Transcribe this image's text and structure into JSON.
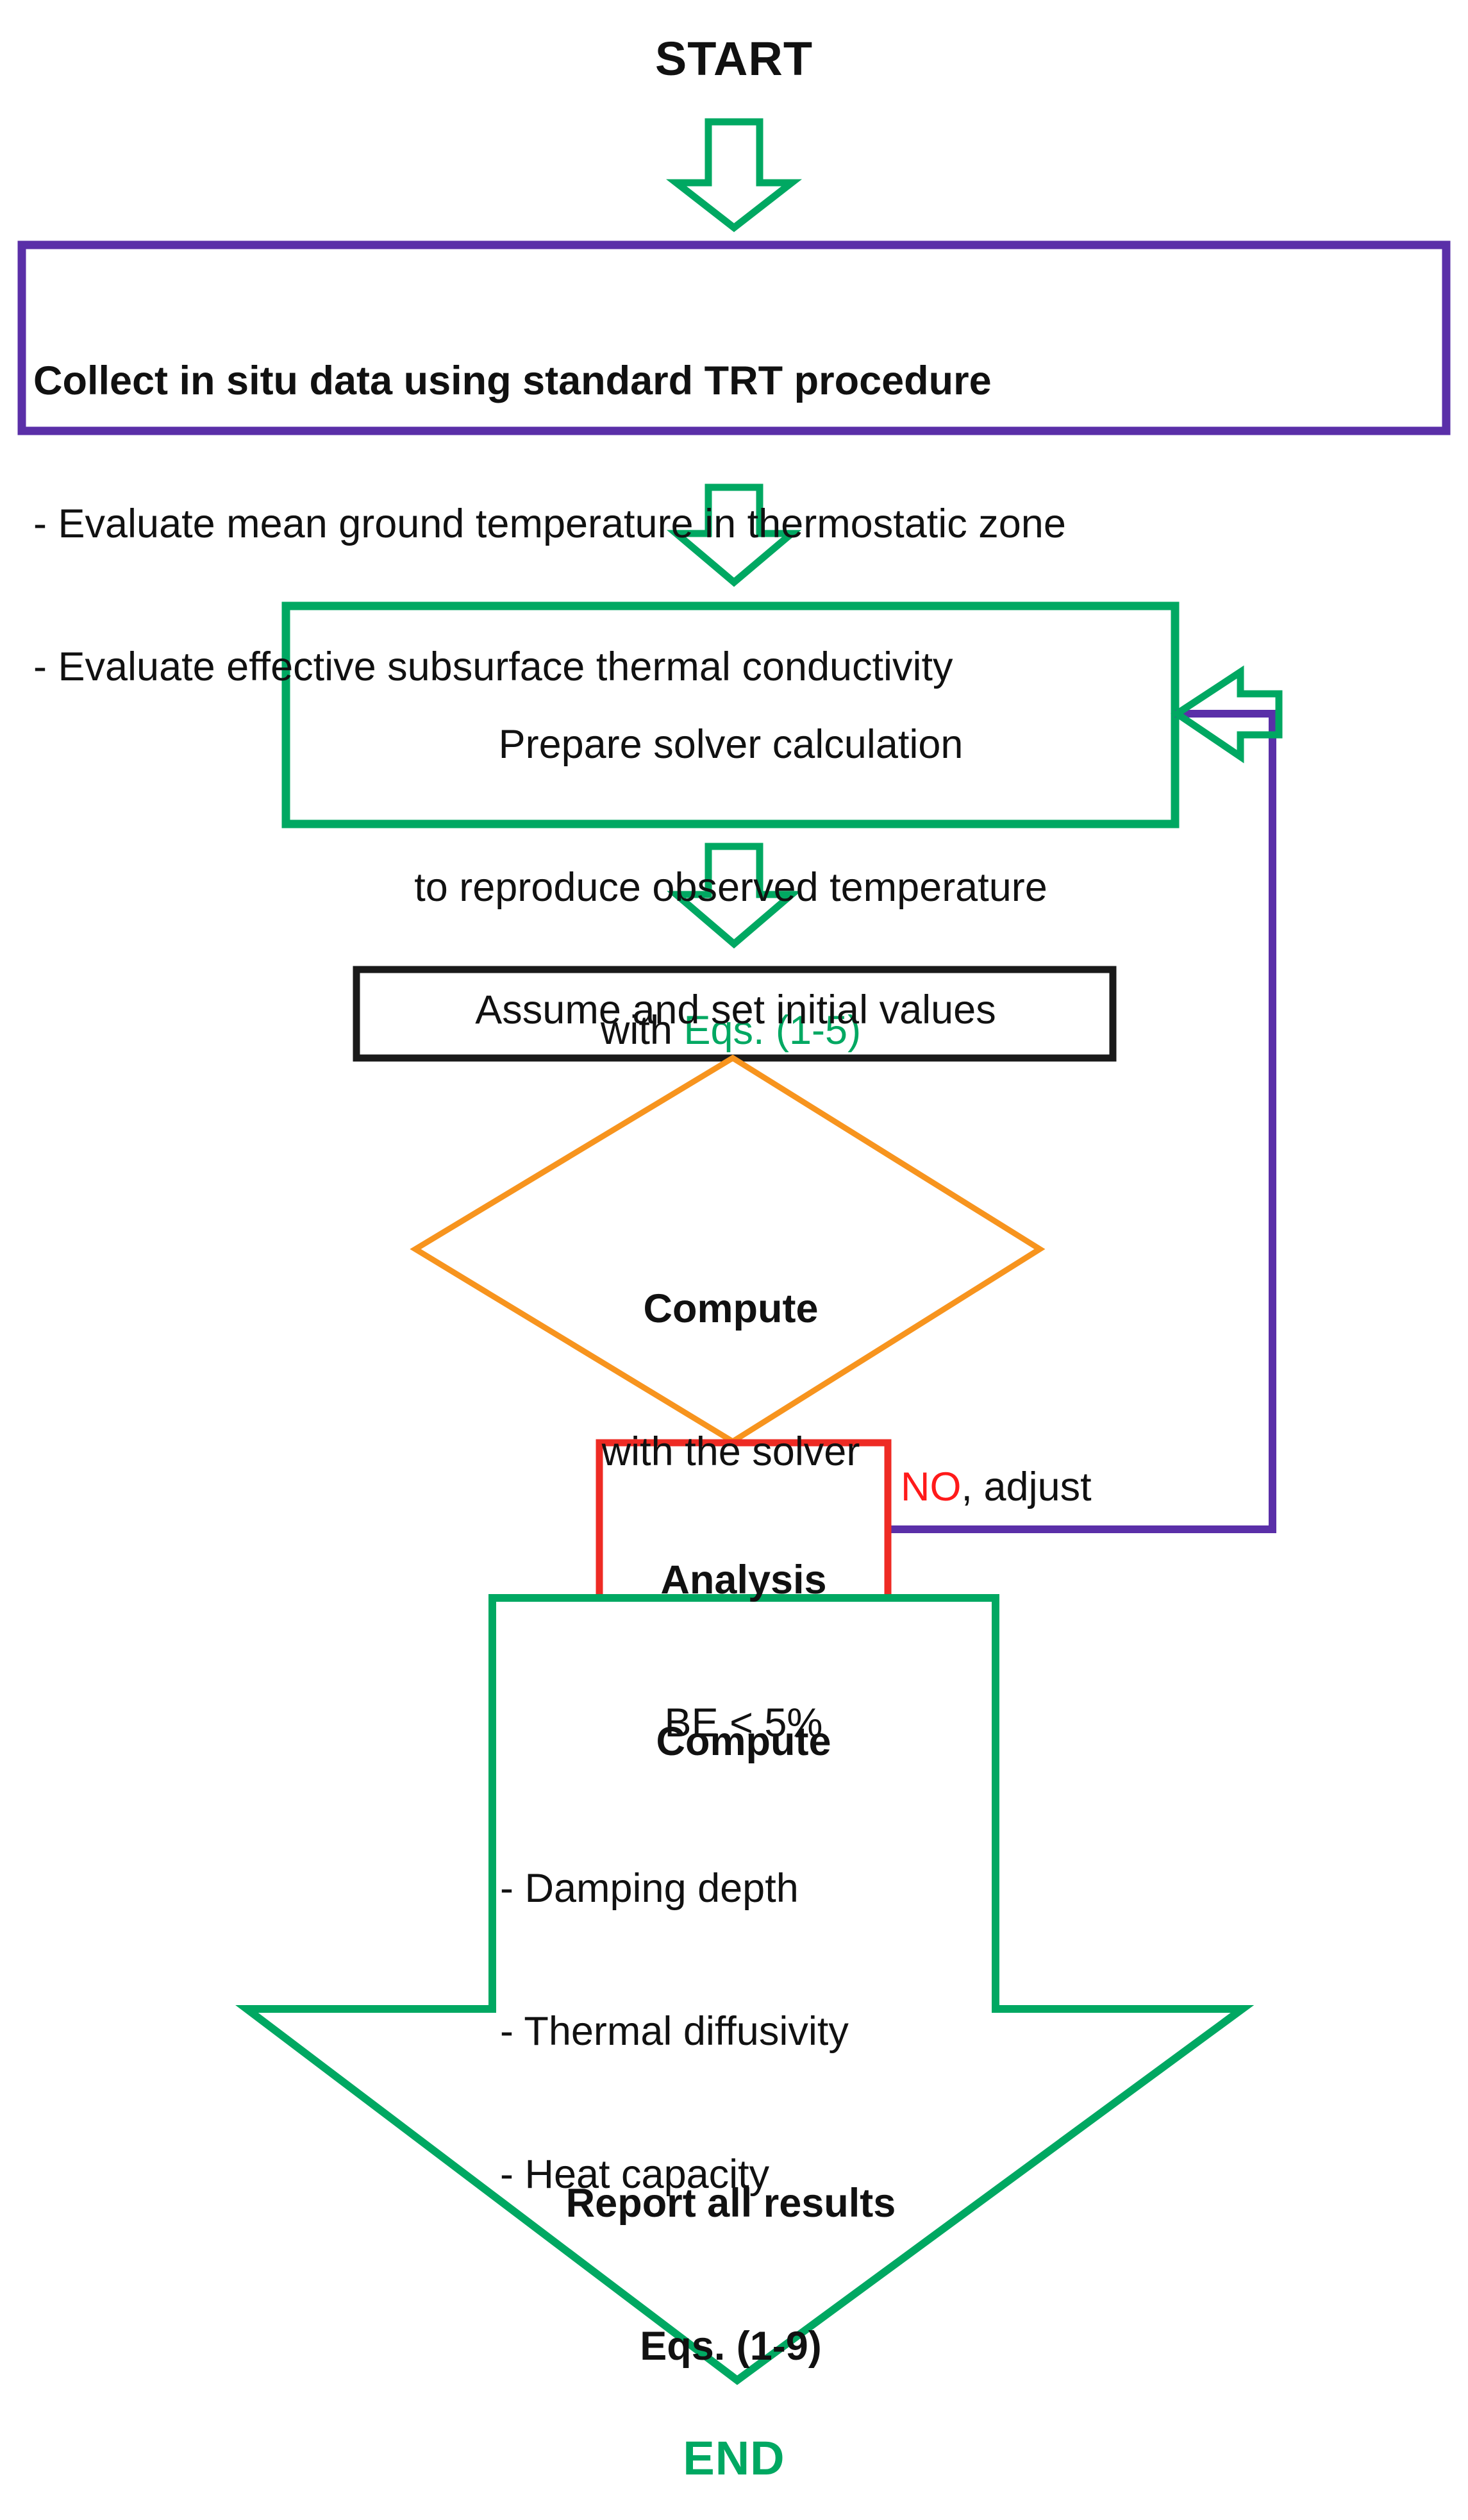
{
  "diagram": {
    "title_start": "START",
    "title_end": "END",
    "colors": {
      "green": "#00A862",
      "purple": "#5A2FA8",
      "orange": "#F7941E",
      "red": "#EE2B24",
      "black": "#1A1A1A"
    },
    "nodes": {
      "start": {
        "label": "START"
      },
      "trt": {
        "title": "Collect in situ data using standard TRT procedure",
        "bullets": [
          "- Evaluate mean ground temperature in thermostatic zone",
          "- Evaluate effective subsurface thermal conductivity"
        ]
      },
      "solver": {
        "line1": "Prepare solver calculation",
        "line2": "to reproduce observed temperature",
        "line3_prefix": "with ",
        "line3_eqs": "Eqs. (1-5)"
      },
      "assume": {
        "label": "Assume and set initial values"
      },
      "compute_decision": {
        "line1": "Compute",
        "line2": "with the solver"
      },
      "analysis": {
        "line1": "Analysis",
        "line2": "BE < 5%"
      },
      "feedback_label": {
        "no": "NO",
        "rest": ", adjust"
      },
      "compute_results": {
        "heading": "Compute",
        "items": [
          "- Damping depth",
          "- Thermal diffusivity",
          "- Heat capacity"
        ]
      },
      "report": {
        "line1": "Report all results",
        "line2": "Eqs. (1-9)"
      },
      "end": {
        "label": "END"
      }
    }
  }
}
